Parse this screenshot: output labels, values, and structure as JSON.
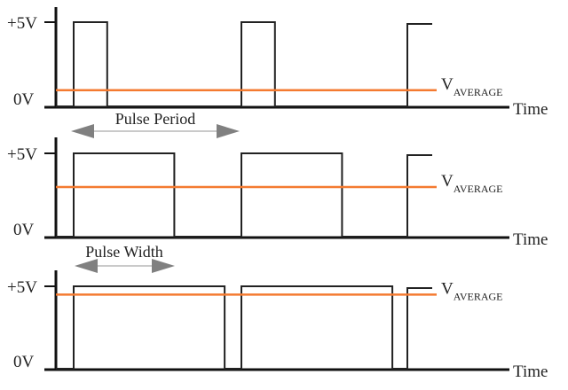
{
  "labels": {
    "high": "+5V",
    "low": "0V",
    "time": "Time",
    "v": "V",
    "average": "AVERAGE",
    "pulse_period": "Pulse Period",
    "pulse_width": "Pulse Width"
  },
  "colors": {
    "signal": "#222222",
    "average": "#f47a30",
    "arrow": "#808080"
  },
  "panels": [
    {
      "duty_cycle": 0.2
    },
    {
      "duty_cycle": 0.6
    },
    {
      "duty_cycle": 0.9
    }
  ]
}
